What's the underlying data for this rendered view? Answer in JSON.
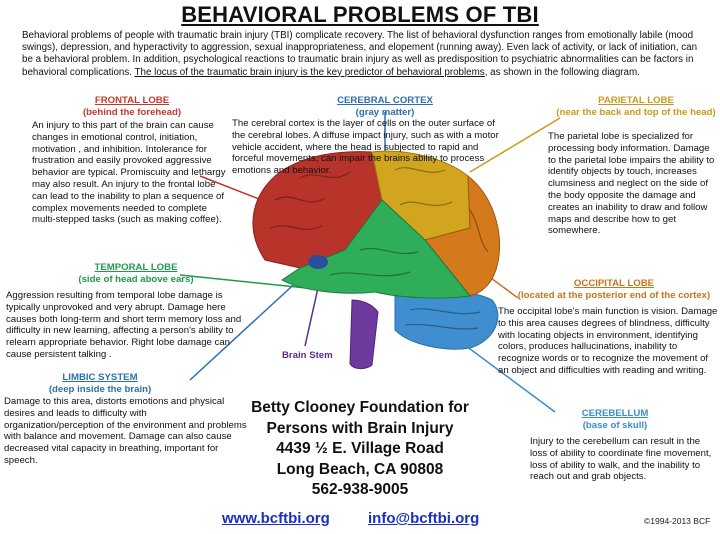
{
  "title": "BEHAVIORAL PROBLEMS OF TBI",
  "intro": {
    "text": "Behavioral problems of people with traumatic brain injury (TBI) complicate recovery. The list of behavioral dysfunction ranges from emotionally labile (mood swings), depression, and hyperactivity to aggression, sexual inappropriateness, and elopement (running away). Even lack of activity, or lack of initiation, can be a behavioral problem. In addition, psychological reactions to traumatic brain injury as well as predisposition to psychiatric abnormalities can be factors in behavioral complications. ",
    "underlined": "The locus of the traumatic brain injury is the key predictor of behavioral problems",
    "tail": ", as shown in the following diagram."
  },
  "regions": {
    "frontal": {
      "name": "FRONTAL LOBE",
      "sub": "(behind the forehead)",
      "text": "An injury to this part of the brain can cause changes in emotional control, initiation, motivation , and inhibition. Intolerance for frustration and easily provoked aggressive behavior are typical. Promiscuity and lethargy may also result. An injury to the frontal lobe can lead to the inability to plan a sequence of complex movements needed to complete multi-stepped tasks (such as making coffee)."
    },
    "cortex": {
      "name": "CEREBRAL CORTEX",
      "sub": "(gray matter)",
      "text": "The cerebral cortex is the layer of cells on the outer surface of the cerebral lobes. A diffuse impact injury, such as with a motor vehicle accident, where the head is subjected to rapid and forceful movements, can impair the brains ability to process emotions and behavior."
    },
    "parietal": {
      "name": "PARIETAL LOBE",
      "sub": "(near the back and top of the head)",
      "text": "The parietal lobe is specialized for processing body information. Damage to the parietal lobe impairs the ability to identify objects by touch, increases clumsiness and neglect on the side of the body opposite the damage and creates an inability to draw and follow maps and describe how to get somewhere."
    },
    "temporal": {
      "name": "TEMPORAL LOBE",
      "sub": "(side of head above ears)",
      "text": "Aggression resulting from temporal lobe damage is typically unprovoked and very abrupt. Damage here causes both long-term and short term memory loss and difficulty in new learning, affecting a person's ability to relearn appropriate behavior. Right lobe damage can cause persistent talking ."
    },
    "occipital": {
      "name": "OCCIPITAL LOBE",
      "sub": "(located at the posterior end of the cortex)",
      "text": "The occipital lobe's main function is vision. Damage to this area causes degrees of blindness, difficulty with locating objects in environment, identifying colors, produces hallucinations, inability to recognize words or to recognize the movement of an object and difficulties with reading and writing."
    },
    "limbic": {
      "name": "LIMBIC SYSTEM",
      "sub": "(deep inside the brain)",
      "text": "Damage to this area, distorts emotions and physical desires and leads to difficulty with organization/perception of the environment and problems with balance and movement. Damage can also cause decreased vital capacity in breathing, important for speech."
    },
    "cerebellum": {
      "name": "CEREBELLUM",
      "sub": "(base of skull)",
      "text": "Injury to the cerebellum can result in the loss of ability to coordinate fine movement, loss of ability to walk, and the inability to reach out and grab objects."
    },
    "brainstem": {
      "name": "Brain Stem"
    }
  },
  "organization": {
    "line1": "Betty Clooney Foundation for",
    "line2": "Persons with Brain Injury",
    "line3": "4439 ½ E. Village Road",
    "line4": "Long Beach, CA 90808",
    "line5": "562-938-9005"
  },
  "links": {
    "website": "www.bcftbi.org",
    "email": "info@bcftbi.org"
  },
  "copyright": "©1994-2013 BCF",
  "colors": {
    "frontal": "#c0392b",
    "cortex": "#2c6fb0",
    "parietal": "#c99a1a",
    "temporal": "#1f9a4a",
    "occipital": "#c7741b",
    "limbic": "#2c6fb0",
    "cerebellum": "#3a8fc7",
    "brainstem": "#5a2d8a",
    "link": "#1a2fc0"
  }
}
